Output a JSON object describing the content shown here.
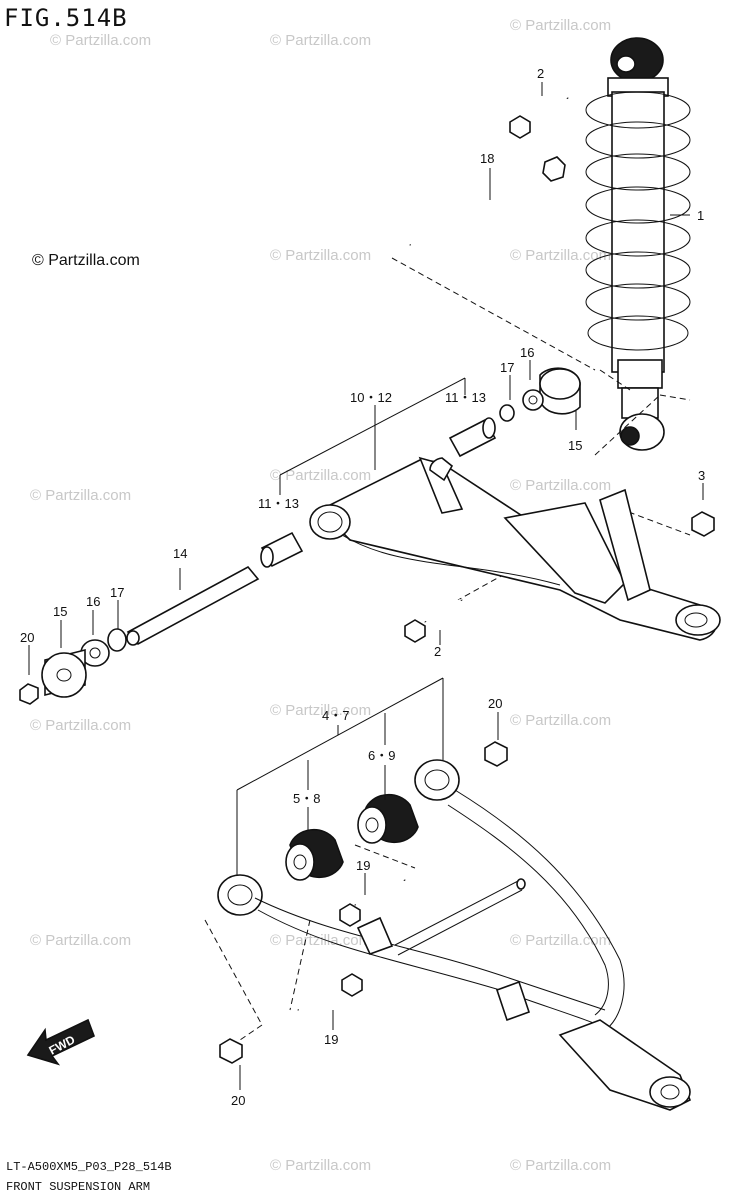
{
  "figure": {
    "title": "FIG.514B",
    "copyright": "© Partzilla.com",
    "watermark": "© Partzilla.com",
    "code": "LT-A500XM5_P03_P28_514B",
    "caption": "FRONT SUSPENSION ARM",
    "fwd": "FWD"
  },
  "callouts": [
    {
      "id": "c1",
      "label": "1"
    },
    {
      "id": "c2a",
      "label": "2"
    },
    {
      "id": "c18",
      "label": "18"
    },
    {
      "id": "c16a",
      "label": "16"
    },
    {
      "id": "c17a",
      "label": "17"
    },
    {
      "id": "c10-12",
      "label": "10・12"
    },
    {
      "id": "c11-13a",
      "label": "11・13"
    },
    {
      "id": "c15a",
      "label": "15"
    },
    {
      "id": "c3",
      "label": "3"
    },
    {
      "id": "c11-13b",
      "label": "11・13"
    },
    {
      "id": "c14",
      "label": "14"
    },
    {
      "id": "c15b",
      "label": "15"
    },
    {
      "id": "c16b",
      "label": "16"
    },
    {
      "id": "c17b",
      "label": "17"
    },
    {
      "id": "c20a",
      "label": "20"
    },
    {
      "id": "c2b",
      "label": "2"
    },
    {
      "id": "c4-7",
      "label": "4・7"
    },
    {
      "id": "c20b",
      "label": "20"
    },
    {
      "id": "c6-9",
      "label": "6・9"
    },
    {
      "id": "c5-8",
      "label": "5・8"
    },
    {
      "id": "c19a",
      "label": "19"
    },
    {
      "id": "c19b",
      "label": "19"
    },
    {
      "id": "c20c",
      "label": "20"
    }
  ]
}
